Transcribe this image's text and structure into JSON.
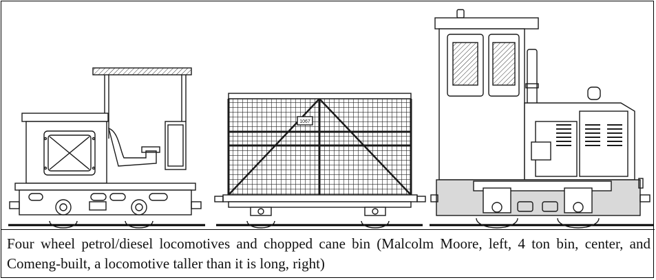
{
  "caption": "Four wheel petrol/diesel locomotives and chopped cane bin (Malcolm Moore, left, 4 ton bin, center, and Comeng-built, a locomotive taller than it is long, right)",
  "colors": {
    "line": "#1a1a1a",
    "fill_light": "#ffffff",
    "shade": "#d9d9d9",
    "ground": "#000000"
  },
  "drawings": [
    {
      "name": "malcolm-moore-locomotive"
    },
    {
      "name": "cane-bin",
      "plate_text": "1067"
    },
    {
      "name": "comeng-locomotive"
    }
  ]
}
